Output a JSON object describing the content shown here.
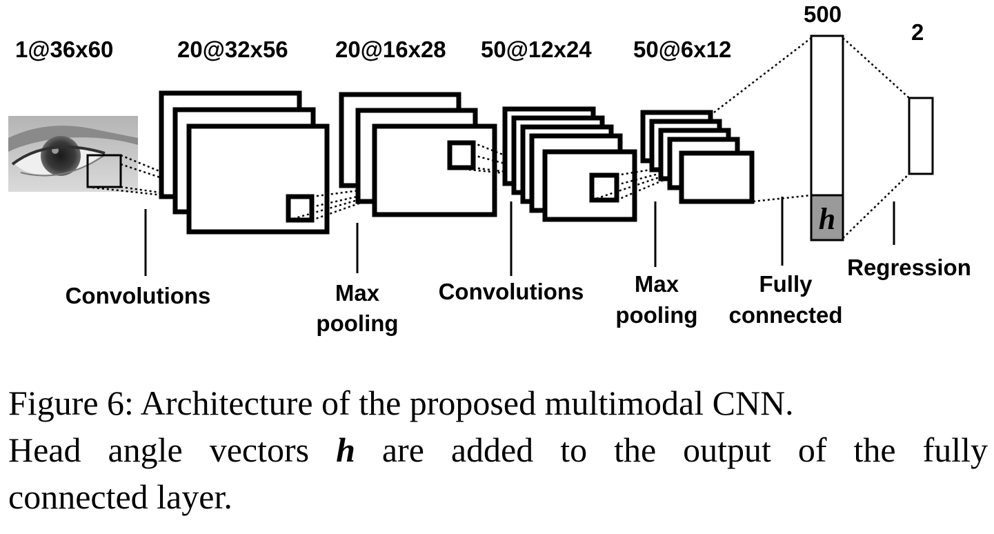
{
  "diagram": {
    "layers": [
      {
        "id": "input",
        "size_label": "1@36x60"
      },
      {
        "id": "conv1",
        "size_label": "20@32x56"
      },
      {
        "id": "pool1",
        "size_label": "20@16x28"
      },
      {
        "id": "conv2",
        "size_label": "50@12x24"
      },
      {
        "id": "pool2",
        "size_label": "50@6x12"
      },
      {
        "id": "fc",
        "size_label": "500"
      },
      {
        "id": "out",
        "size_label": "2"
      }
    ],
    "operations": {
      "convolutions1": "Convolutions",
      "maxpool1_line1": "Max",
      "maxpool1_line2": "pooling",
      "convolutions2": "Convolutions",
      "maxpool2_line1": "Max",
      "maxpool2_line2": "pooling",
      "fully_line1": "Fully",
      "fully_line2": "connected",
      "regression": "Regression"
    },
    "h_symbol": "h",
    "colors": {
      "h_cell": "#9a9a9a",
      "eye_skin": "#c8c8c8"
    }
  },
  "caption": {
    "line1": "Figure 6:  Architecture of the proposed multimodal CNN.",
    "line2_before": "Head angle vectors ",
    "line2_h": "h",
    "line2_after": " are added to the output of the fully",
    "line3": "connected layer."
  }
}
